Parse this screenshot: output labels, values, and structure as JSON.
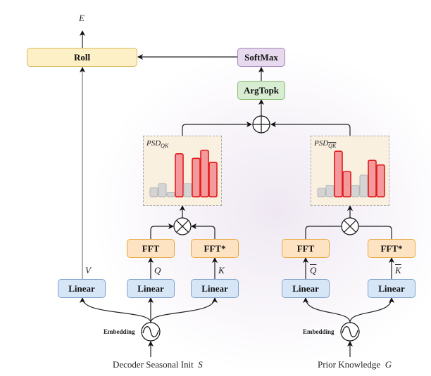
{
  "output_label": "E",
  "boxes": {
    "roll": "Roll",
    "softmax": "SoftMax",
    "argtopk": "ArgTopk",
    "fft_left": "FFT",
    "fft_conj_left": "FFT*",
    "fft_right": "FFT",
    "fft_conj_right": "FFT*",
    "linear": "Linear"
  },
  "labels": {
    "v": "V",
    "q": "Q",
    "k": "K",
    "q_bar": "Q",
    "k_bar": "K",
    "embedding": "Embedding"
  },
  "psd": {
    "left_base": "PSD",
    "left_sub": "QK",
    "right_base": "PSD",
    "right_sub": "QK",
    "left_bars": [
      {
        "value": 0.18,
        "highlight": false
      },
      {
        "value": 0.26,
        "highlight": false
      },
      {
        "value": 0.09,
        "highlight": false
      },
      {
        "value": 0.85,
        "highlight": true
      },
      {
        "value": 0.26,
        "highlight": false
      },
      {
        "value": 0.76,
        "highlight": true
      },
      {
        "value": 0.92,
        "highlight": true
      },
      {
        "value": 0.68,
        "highlight": true
      }
    ],
    "right_bars": [
      {
        "value": 0.17,
        "highlight": false
      },
      {
        "value": 0.23,
        "highlight": false
      },
      {
        "value": 0.9,
        "highlight": true
      },
      {
        "value": 0.5,
        "highlight": true
      },
      {
        "value": 0.23,
        "highlight": false
      },
      {
        "value": 0.43,
        "highlight": false
      },
      {
        "value": 0.72,
        "highlight": true
      },
      {
        "value": 0.63,
        "highlight": true
      }
    ]
  },
  "captions": {
    "left": "Decoder Seasonal Init",
    "left_var": "S",
    "right": "Prior Knowledge",
    "right_var": "G"
  },
  "colors": {
    "highlight_bar": "#f4999c",
    "highlight_border": "#e01b1b",
    "normal_bar": "#d4d4d4",
    "normal_border": "#b5b5b5"
  }
}
